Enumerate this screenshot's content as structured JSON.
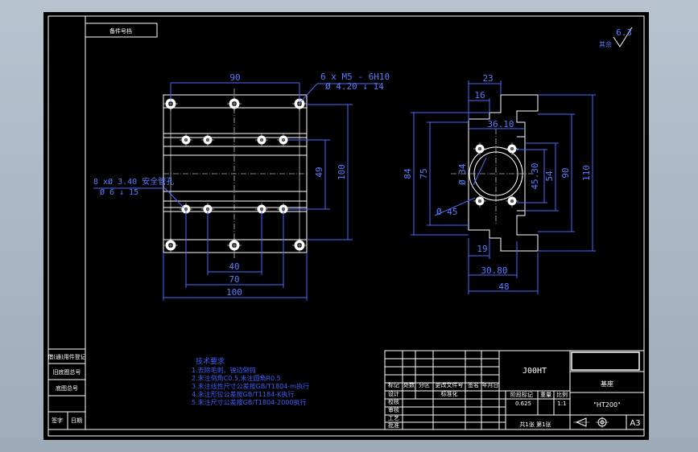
{
  "title_box_label": "备件号档",
  "surface_finish": {
    "value": "6.3",
    "label": "其余"
  },
  "front_view": {
    "hole_callout_1": "6 x M5 - 6H10",
    "hole_callout_2": "Ø 4.20 ↓ 14",
    "side_callout_1": "8 xØ  3.40 安全管孔",
    "side_callout_2": "Ø 6 ↓ 15",
    "dims": {
      "top": "90",
      "right_outer": "100",
      "right_inner": "49",
      "b40": "40",
      "b70": "70",
      "b100": "100"
    }
  },
  "side_view": {
    "dims": {
      "d23": "23",
      "d16": "16",
      "d36": "36.10",
      "d34": "Ø 34",
      "d45": "Ø 45",
      "d4530": "45.30",
      "d54": "54",
      "d90": "90",
      "d110": "110",
      "d84": "84",
      "d75": "75",
      "d19": "19",
      "d3080": "30.80",
      "d48": "48"
    }
  },
  "tech_notes": {
    "title": "技术要求",
    "lines": [
      "1.去除毛刺、锐边倒钝",
      "2.未注倒角C0.5,未注圆角R0.5",
      "3.未注线性尺寸公差按GB/T1804-m执行",
      "4.未注形位公差按GB/T1184-K执行",
      "5.未注尺寸公差按GB/T1804-2000执行"
    ]
  },
  "left_strip": [
    "借(通)用件登记",
    "旧底图总号",
    "底图总号",
    "签字",
    "日期"
  ],
  "title_block": {
    "drawing_no": "J00HT",
    "part_name": "基座",
    "material": "\"HT200\"",
    "scale": "1:1",
    "mass": "0.625",
    "sheet": "共1张  第1张",
    "size": "A3",
    "row_labels": [
      "标记",
      "设计",
      "校核",
      "审核",
      "工艺",
      "批准"
    ],
    "header_labels": [
      "处数",
      "分区",
      "更改文件号",
      "签名",
      "年月日"
    ],
    "mid_labels": [
      "标准化",
      "阶段标记",
      "重量",
      "比例"
    ]
  }
}
